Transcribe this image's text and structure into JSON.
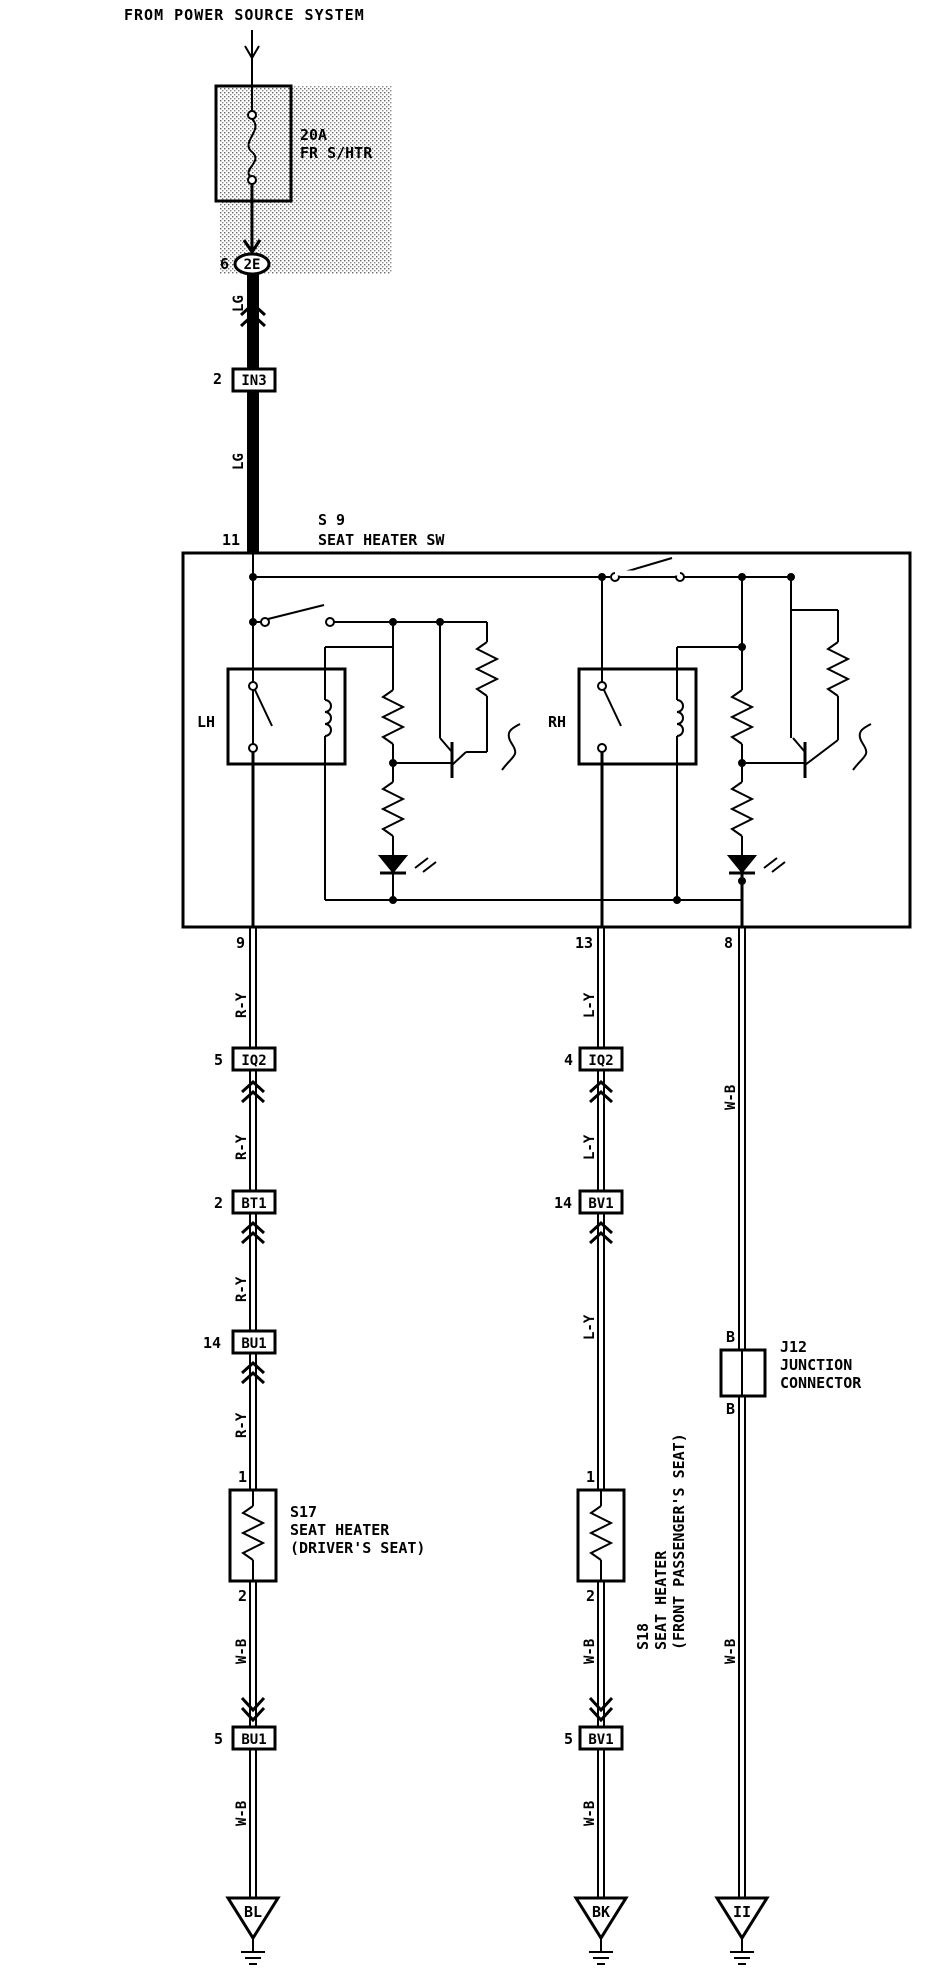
{
  "header": {
    "source": "FROM POWER SOURCE SYSTEM"
  },
  "fuse": {
    "rating": "20A",
    "name": "FR S/HTR",
    "pin": "6",
    "connector": "2E"
  },
  "wires": {
    "lg": "LG",
    "ry": "R-Y",
    "ly": "L-Y",
    "wb": "W-B"
  },
  "connectors": {
    "in3": {
      "pin": "2",
      "id": "IN3"
    },
    "iq2_left": {
      "pin": "5",
      "id": "IQ2"
    },
    "iq2_right": {
      "pin": "4",
      "id": "IQ2"
    },
    "bt1": {
      "pin": "2",
      "id": "BT1"
    },
    "bv1_top": {
      "pin": "14",
      "id": "BV1"
    },
    "bu1_top": {
      "pin": "14",
      "id": "BU1"
    },
    "bu1_bottom": {
      "pin": "5",
      "id": "BU1"
    },
    "bv1_bottom": {
      "pin": "5",
      "id": "BV1"
    }
  },
  "switch": {
    "id": "S 9",
    "name": "SEAT HEATER SW",
    "pin_power": "11",
    "pin_lh": "9",
    "pin_rh": "13",
    "pin_ground": "8",
    "label_lh": "LH",
    "label_rh": "RH"
  },
  "heaters": {
    "driver": {
      "id": "S17",
      "name": "SEAT HEATER",
      "desc": "(DRIVER'S SEAT)",
      "pin_top": "1",
      "pin_bottom": "2"
    },
    "passenger": {
      "id": "S18",
      "name": "SEAT HEATER",
      "desc": "(FRONT PASSENGER'S SEAT)",
      "pin_top": "1",
      "pin_bottom": "2"
    }
  },
  "junction": {
    "id": "J12",
    "line1": "JUNCTION",
    "line2": "CONNECTOR",
    "pin_top": "B",
    "pin_bottom": "B"
  },
  "grounds": {
    "left": "BL",
    "middle": "BK",
    "right": "II"
  }
}
